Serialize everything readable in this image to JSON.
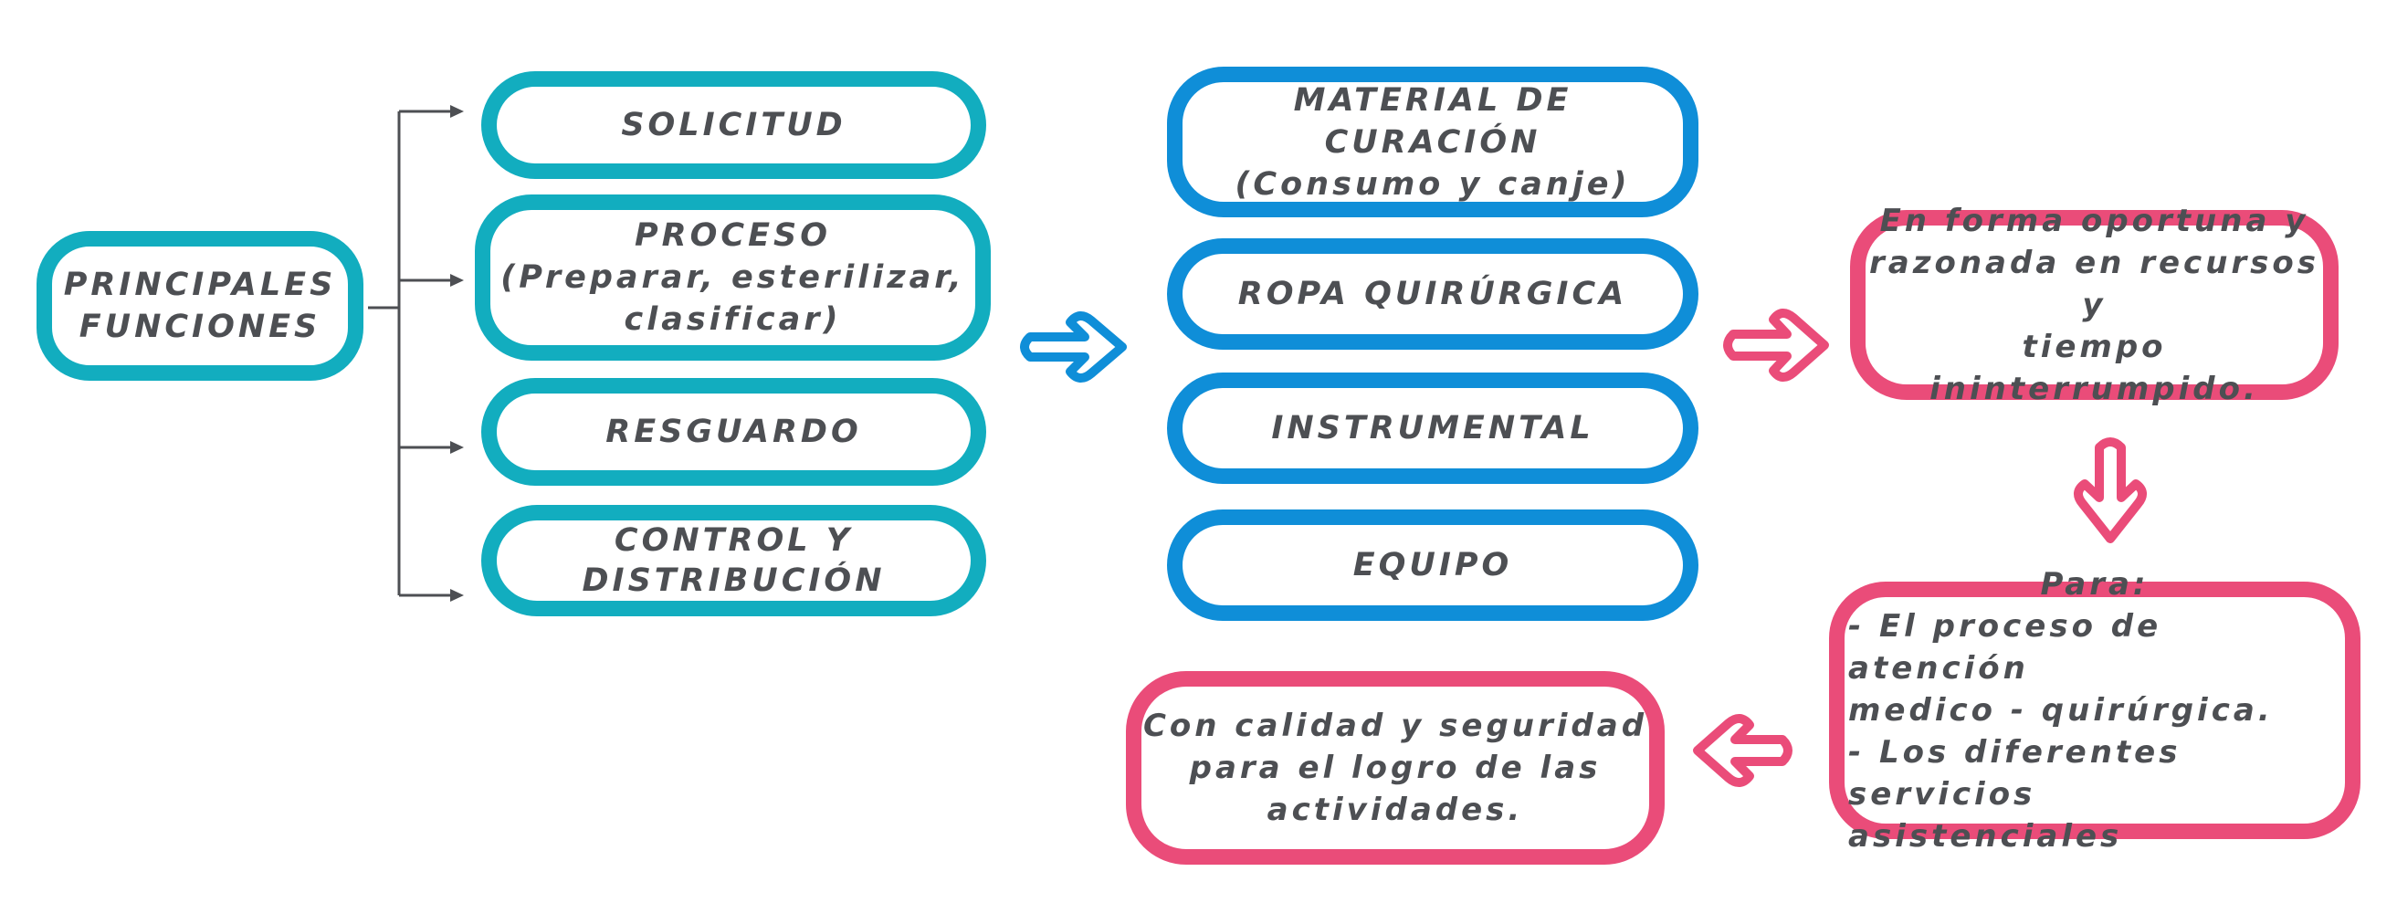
{
  "colors": {
    "teal": "#12adbf",
    "blue": "#0f8ed8",
    "pink": "#ea4c79",
    "text": "#4d4f53",
    "connector": "#4d4f53"
  },
  "principal": {
    "text": "PRINCIPALES\nFUNCIONES"
  },
  "functions": [
    {
      "text": "SOLICITUD"
    },
    {
      "text": "PROCESO\n(Preparar, esterilizar,\nclasificar)"
    },
    {
      "text": "RESGUARDO"
    },
    {
      "text": "CONTROL Y\nDISTRIBUCIÓN"
    }
  ],
  "materials": [
    {
      "text": "MATERIAL DE CURACIÓN\n(Consumo y canje)"
    },
    {
      "text": "ROPA QUIRÚRGICA"
    },
    {
      "text": "INSTRUMENTAL"
    },
    {
      "text": "EQUIPO"
    }
  ],
  "outcomes": {
    "timely": "En forma oportuna y\nrazonada en recursos y\ntiempo ininterrumpido.",
    "for_title": "Para:",
    "for_body": "- El proceso de atención\nmedico - quirúrgica.\n- Los diferentes servicios\nasistenciales",
    "quality": "Con calidad y seguridad\npara el logro de las\nactividades."
  },
  "icons": [
    "arrow-right-icon",
    "arrow-right-icon",
    "arrow-down-icon",
    "arrow-left-icon"
  ]
}
